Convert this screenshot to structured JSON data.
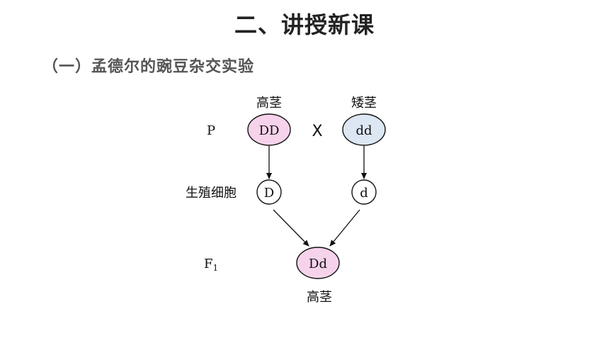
{
  "page": {
    "title": "二、讲授新课",
    "subtitle": "（一）孟德尔的豌豆杂交实验"
  },
  "diagram": {
    "row_labels": {
      "p": "P",
      "gametes": "生殖细胞",
      "f1_main": "F",
      "f1_sub": "1"
    },
    "parents": {
      "left_label": "高茎",
      "left_genotype": "DD",
      "right_label": "矮茎",
      "right_genotype": "dd",
      "cross_symbol": "X"
    },
    "gametes": {
      "left": "D",
      "right": "d"
    },
    "offspring": {
      "genotype": "Dd",
      "label": "高茎"
    },
    "colors": {
      "pink_fill": "#f6d3ea",
      "blue_fill": "#dce7f3",
      "stroke": "#111111"
    }
  }
}
